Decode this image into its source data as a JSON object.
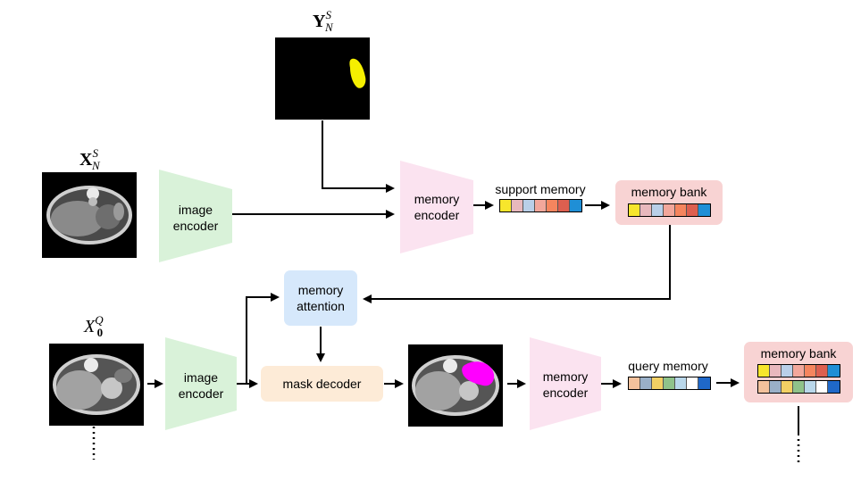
{
  "labels": {
    "y_support": {
      "main": "Y",
      "sup": "S",
      "sub": "N"
    },
    "x_support": {
      "main": "X",
      "sup": "S",
      "sub": "N"
    },
    "x_query": {
      "main": "X",
      "sup": "Q",
      "sub": "0"
    }
  },
  "blocks": {
    "image_encoder_top": [
      "image",
      "encoder"
    ],
    "memory_encoder_top": [
      "memory",
      "encoder"
    ],
    "support_memory": "support memory",
    "memory_bank_top": "memory bank",
    "memory_attention": [
      "memory",
      "attention"
    ],
    "image_encoder_bottom": [
      "image",
      "encoder"
    ],
    "mask_decoder": "mask decoder",
    "memory_encoder_bottom": [
      "memory",
      "encoder"
    ],
    "query_memory": "query memory",
    "memory_bank_bottom": "memory bank"
  },
  "colors": {
    "image_encoder": "#d9f2d9",
    "memory_encoder": "#fbe3f0",
    "memory_bank": "#f8d3d3",
    "memory_attention": "#d6e8fb",
    "mask_decoder": "#fdebd7",
    "mask_yellow": "#f5ef00",
    "mask_magenta": "#ff00ff"
  },
  "support_memory_cells": [
    "#f7e62c",
    "#e8b8bd",
    "#b9cfe8",
    "#f2a79b",
    "#f5855e",
    "#dd5f4f",
    "#1f8fd6"
  ],
  "memory_bank_top_cells": [
    "#f7e62c",
    "#e8b8bd",
    "#b9cfe8",
    "#f2a79b",
    "#f5855e",
    "#dd5f4f",
    "#1f8fd6"
  ],
  "query_memory_cells": [
    "#f3c19c",
    "#9ab0c8",
    "#f2d064",
    "#8fc28a",
    "#b9d7ea",
    "#ffffff",
    "#1f68c9"
  ],
  "memory_bank_bottom_rows": [
    [
      "#f7e62c",
      "#e8b8bd",
      "#b9cfe8",
      "#f2a79b",
      "#f5855e",
      "#dd5f4f",
      "#1f8fd6"
    ],
    [
      "#f3c19c",
      "#9ab0c8",
      "#f2d064",
      "#8fc28a",
      "#b9d7ea",
      "#ffffff",
      "#1f68c9"
    ]
  ]
}
